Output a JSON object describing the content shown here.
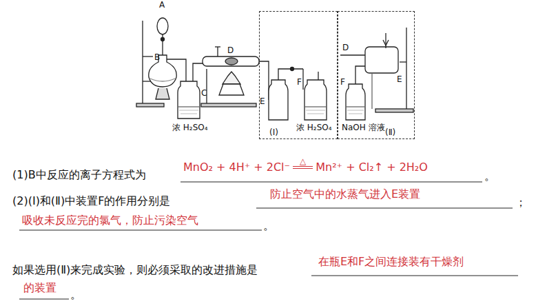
{
  "diagram": {
    "nodes": [
      {
        "text": [
          "(Ⅰ)"
        ]
      },
      {
        "text": [
          "(Ⅱ)"
        ]
      }
    ],
    "labels": [
      "A",
      "B",
      "C",
      "D",
      "浓 H₂SO₄",
      "E",
      "F",
      "浓 H₂SO₄",
      "D",
      "E",
      "F",
      "NaOH 溶液",
      "(1)B中反应的离子方程式为",
      "MnO₂ + 4H⁺ + 2Cl⁻",
      "△",
      "Mn²⁺ + Cl₂↑ + 2H₂O",
      "。",
      "(2)(Ⅰ)和(Ⅱ)中装置F的作用分别是",
      "防止空气中的水蒸气进入E装置",
      "；",
      "吸收未反应完的氯气，防止污染空气",
      "。",
      "如果选用(Ⅱ)来完成实验，则必须采取的改进措施是",
      "在瓶E和F之间连接装有干燥剂",
      "的装置",
      "。"
    ]
  }
}
